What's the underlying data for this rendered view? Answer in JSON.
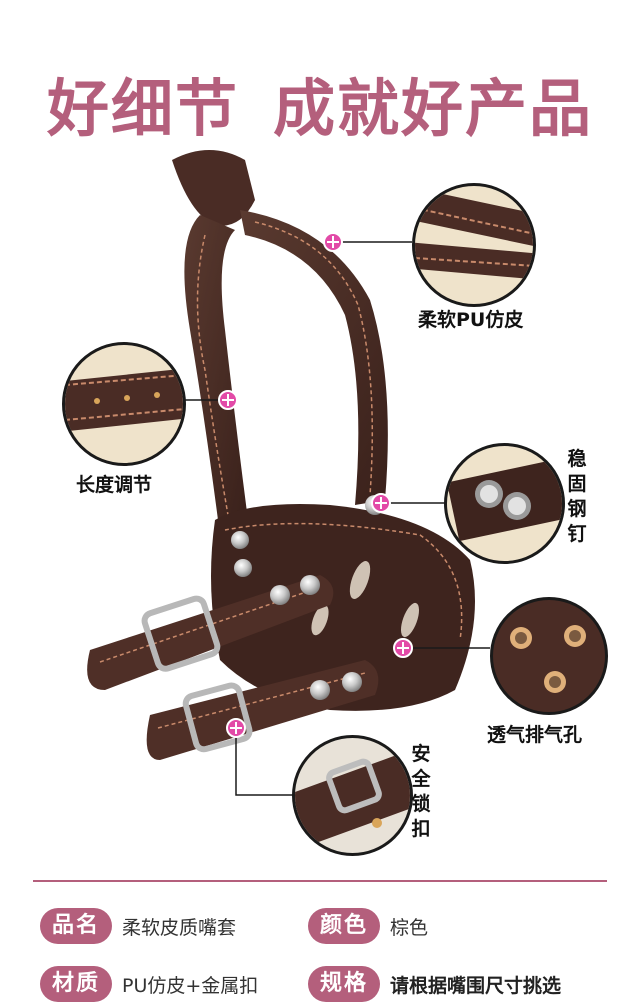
{
  "headline": {
    "part1": "好细节",
    "part2": "成就好产品"
  },
  "callouts": {
    "soft_pu": "柔软PU仿皮",
    "length_adjust": "长度调节",
    "rivets": "稳固钢钉",
    "vent_holes": "透气排气孔",
    "safety_buckle": "安全锁扣"
  },
  "specs": {
    "name_tag": "品名",
    "name_value": "柔软皮质嘴套",
    "color_tag": "颜色",
    "color_value": "棕色",
    "material_tag": "材质",
    "material_value": "PU仿皮+金属扣",
    "size_tag": "规格",
    "size_value": "请根据嘴围尺寸挑选"
  },
  "colors": {
    "accent": "#b45f7c",
    "leather": "#4a2c25",
    "stitch": "#c98a6b"
  }
}
